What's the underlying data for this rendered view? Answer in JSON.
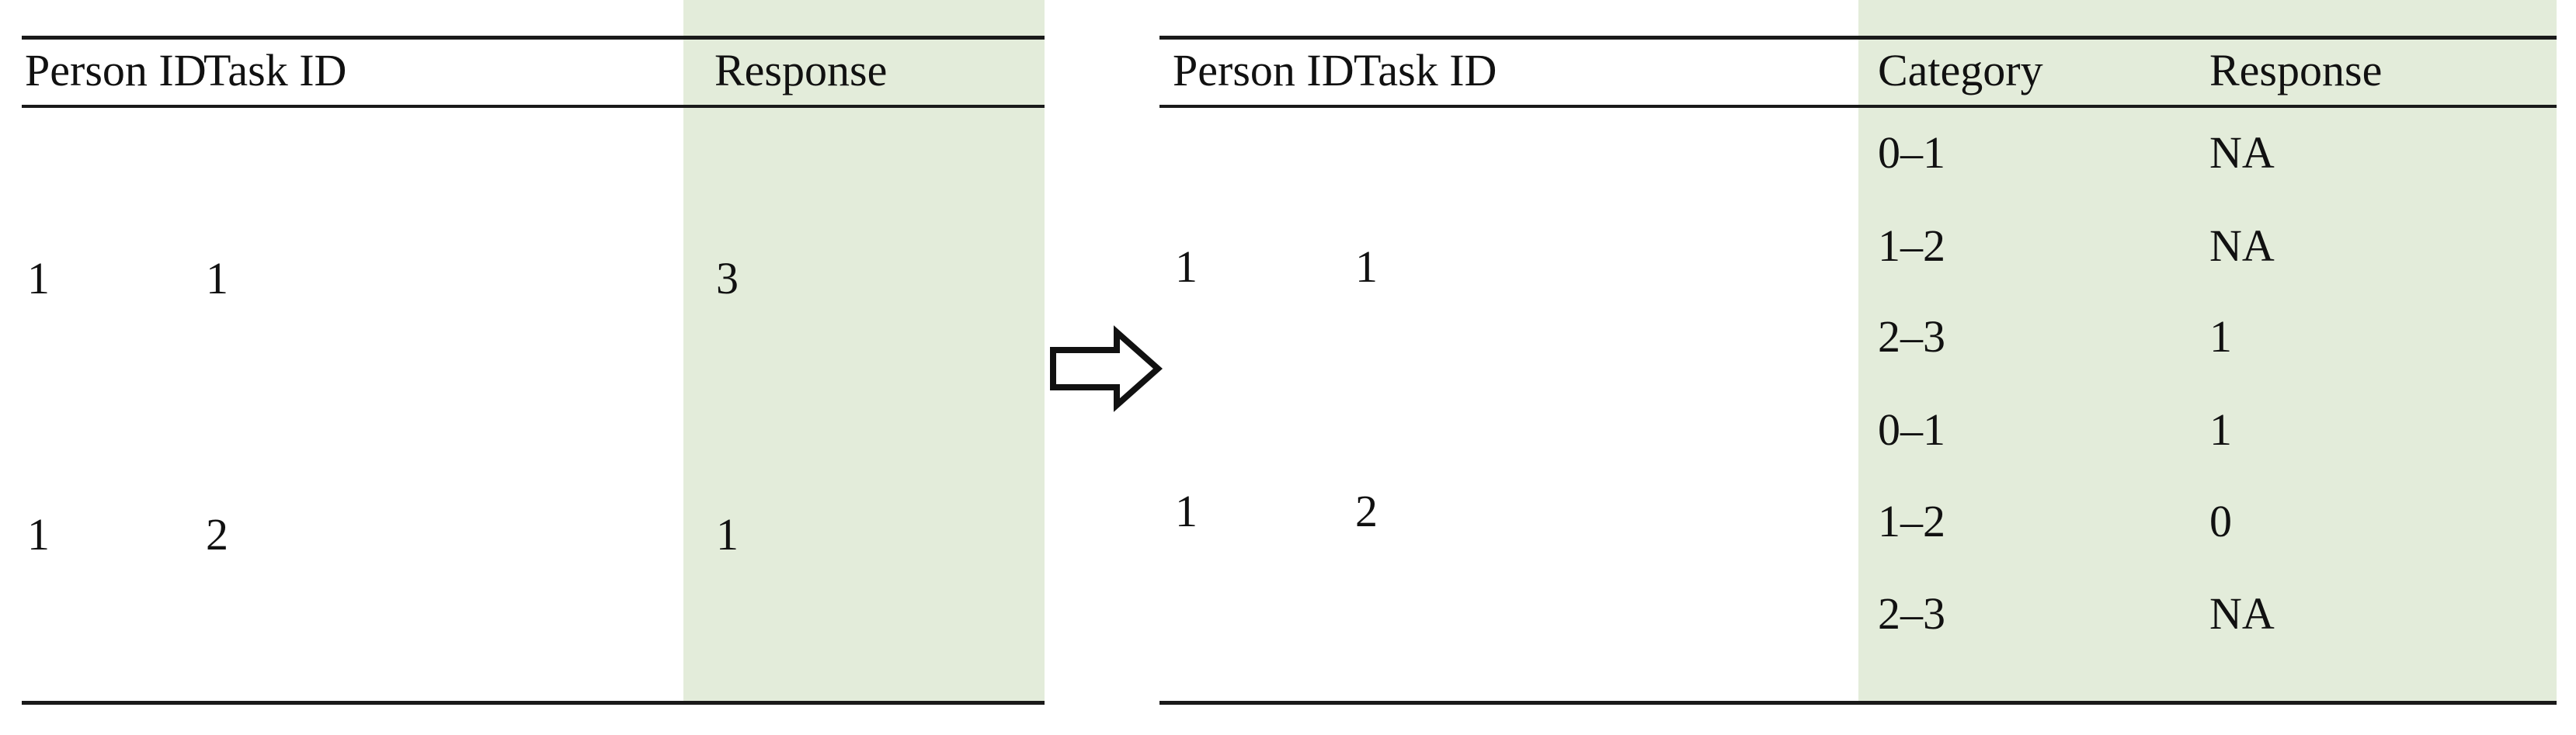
{
  "figure": {
    "description": "Wide-to-long data reshaping illustration with two booktabs tables joined by a right arrow",
    "highlight_color": "#e3ecda",
    "rule_color": "#1a1a1a",
    "arrow_icon": "right-arrow-outline-icon"
  },
  "left_table": {
    "headers": {
      "person_id": "Person ID",
      "task_id": "Task ID",
      "response": "Response"
    },
    "rows": [
      {
        "person_id": "1",
        "task_id": "1",
        "response": "3"
      },
      {
        "person_id": "1",
        "task_id": "2",
        "response": "1"
      }
    ]
  },
  "right_table": {
    "headers": {
      "person_id": "Person ID",
      "task_id": "Task ID",
      "category": "Category",
      "response": "Response"
    },
    "groups": [
      {
        "person_id": "1",
        "task_id": "1",
        "rows": [
          {
            "category": "0–1",
            "response": "NA"
          },
          {
            "category": "1–2",
            "response": "NA"
          },
          {
            "category": "2–3",
            "response": "1"
          }
        ]
      },
      {
        "person_id": "1",
        "task_id": "2",
        "rows": [
          {
            "category": "0–1",
            "response": "1"
          },
          {
            "category": "1–2",
            "response": "0"
          },
          {
            "category": "2–3",
            "response": "NA"
          }
        ]
      }
    ],
    "flat_rows": [
      {
        "category": "0–1",
        "response": "NA"
      },
      {
        "category": "1–2",
        "response": "NA"
      },
      {
        "category": "2–3",
        "response": "1"
      },
      {
        "category": "0–1",
        "response": "1"
      },
      {
        "category": "1–2",
        "response": "0"
      },
      {
        "category": "2–3",
        "response": "NA"
      }
    ]
  }
}
